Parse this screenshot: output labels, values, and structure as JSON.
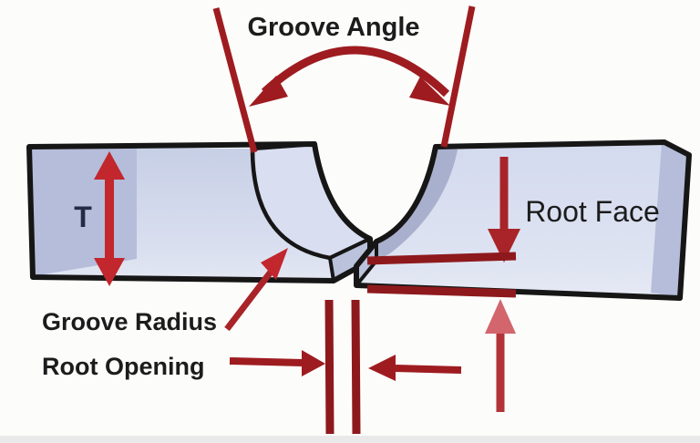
{
  "title": "Weld groove terminology diagram",
  "labels": {
    "groove_angle": "Groove Angle",
    "thickness": "T",
    "root_face": "Root Face",
    "groove_radius": "Groove Radius",
    "root_opening": "Root Opening"
  },
  "colors": {
    "background": "#fcfcfb",
    "annotation_red_dark": "#9e1c20",
    "annotation_red_bright": "#c1272d",
    "annotation_red_pink_head": "#d2666c",
    "plate_face_light": "#e3e7f3",
    "plate_face": "#c7cfe6",
    "plate_shadow_wall": "#a9b0cd",
    "plate_end_face": "#b5bdda",
    "outline_black": "#161616",
    "label_text": "#1c1c1c",
    "thickness_text": "#232b44"
  }
}
